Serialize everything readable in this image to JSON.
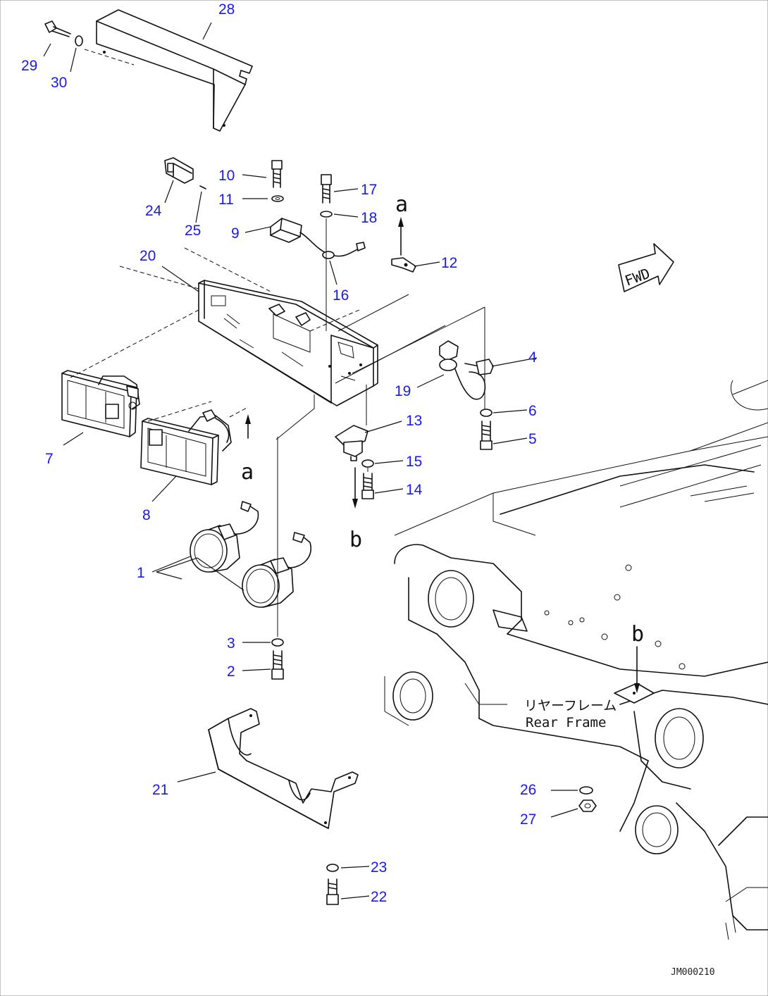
{
  "callouts": [
    {
      "id": "1",
      "label": "1"
    },
    {
      "id": "2",
      "label": "2"
    },
    {
      "id": "3",
      "label": "3"
    },
    {
      "id": "4",
      "label": "4"
    },
    {
      "id": "5",
      "label": "5"
    },
    {
      "id": "6",
      "label": "6"
    },
    {
      "id": "7",
      "label": "7"
    },
    {
      "id": "8",
      "label": "8"
    },
    {
      "id": "9",
      "label": "9"
    },
    {
      "id": "10",
      "label": "10"
    },
    {
      "id": "11",
      "label": "11"
    },
    {
      "id": "12",
      "label": "12"
    },
    {
      "id": "13",
      "label": "13"
    },
    {
      "id": "14",
      "label": "14"
    },
    {
      "id": "15",
      "label": "15"
    },
    {
      "id": "16",
      "label": "16"
    },
    {
      "id": "17",
      "label": "17"
    },
    {
      "id": "18",
      "label": "18"
    },
    {
      "id": "19",
      "label": "19"
    },
    {
      "id": "20",
      "label": "20"
    },
    {
      "id": "21",
      "label": "21"
    },
    {
      "id": "22",
      "label": "22"
    },
    {
      "id": "23",
      "label": "23"
    },
    {
      "id": "24",
      "label": "24"
    },
    {
      "id": "25",
      "label": "25"
    },
    {
      "id": "26",
      "label": "26"
    },
    {
      "id": "27",
      "label": "27"
    },
    {
      "id": "28",
      "label": "28"
    },
    {
      "id": "29",
      "label": "29"
    },
    {
      "id": "30",
      "label": "30"
    }
  ],
  "reference_letters": {
    "a": "a",
    "b": "b"
  },
  "fwd_label": "FWD",
  "rear_frame": {
    "japanese": "リヤーフレーム",
    "english": "Rear Frame"
  },
  "drawing_id": "JM000210",
  "colors": {
    "callout": "#1a1ae6",
    "linework": "#111111",
    "background": "#ffffff"
  }
}
